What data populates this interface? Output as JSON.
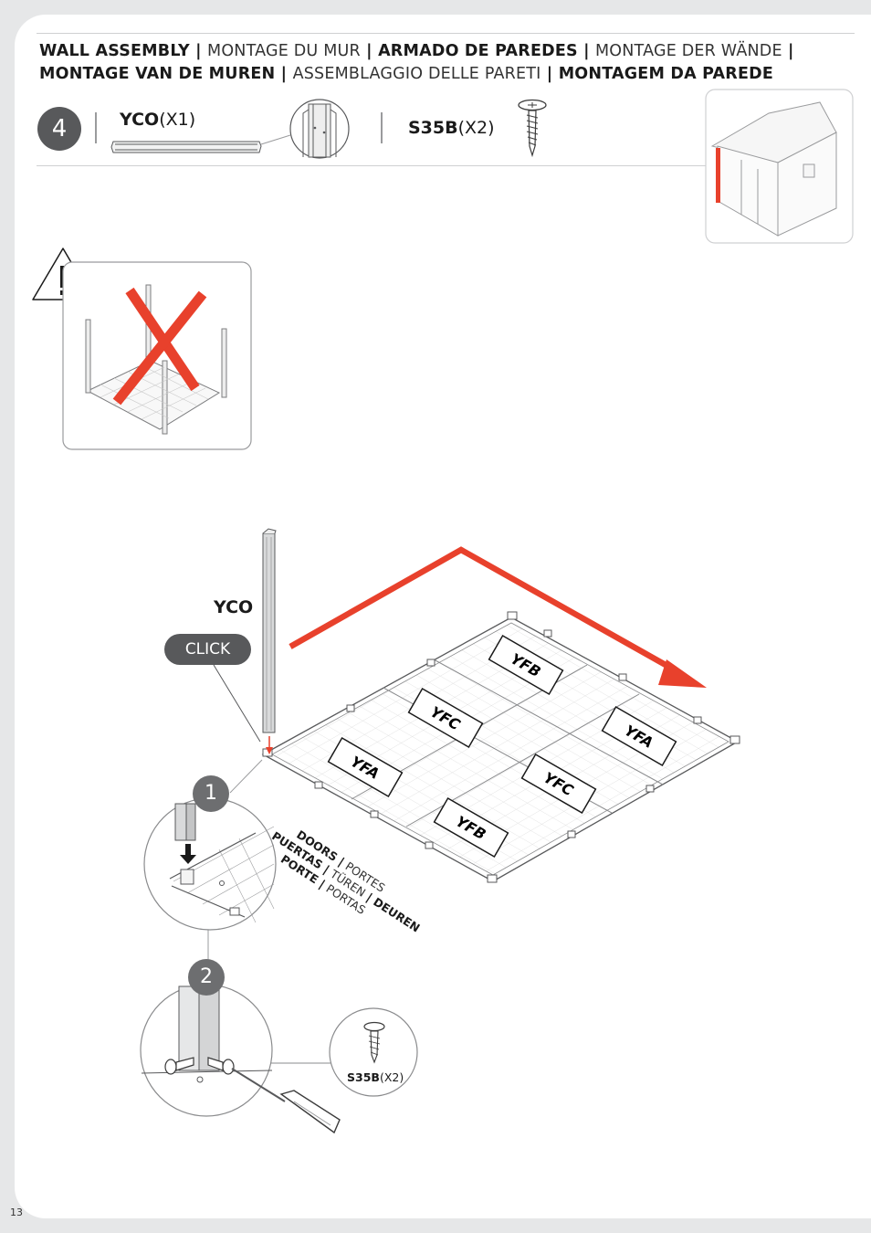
{
  "title": {
    "line1": [
      {
        "text": "WALL ASSEMBLY",
        "bold": true
      },
      {
        "text": " | ",
        "bold": true
      },
      {
        "text": "MONTAGE DU MUR",
        "bold": false
      },
      {
        "text": " | ",
        "bold": true
      },
      {
        "text": "ARMADO DE PAREDES",
        "bold": true
      },
      {
        "text": " | ",
        "bold": true
      },
      {
        "text": "MONTAGE DER WÄNDE",
        "bold": false
      },
      {
        "text": " |",
        "bold": true
      }
    ],
    "line2": [
      {
        "text": "MONTAGE VAN DE MUREN",
        "bold": true
      },
      {
        "text": " | ",
        "bold": true
      },
      {
        "text": "ASSEMBLAGGIO DELLE PARETI",
        "bold": false
      },
      {
        "text": " | ",
        "bold": true
      },
      {
        "text": "MONTAGEM DA PAREDE",
        "bold": true
      }
    ]
  },
  "step": {
    "number": "4"
  },
  "parts": [
    {
      "code": "YCO",
      "qty": "(X1)"
    },
    {
      "code": "S35B",
      "qty": "(X2)"
    }
  ],
  "main": {
    "part_label": "YCO",
    "click_label": "CLICK",
    "panels": [
      "YFB",
      "YFC",
      "YFA",
      "YFA",
      "YFC",
      "YFB"
    ],
    "doors_text": [
      [
        {
          "text": "DOORS",
          "bold": true
        },
        {
          "text": " | ",
          "bold": true
        },
        {
          "text": "PORTES",
          "bold": false
        }
      ],
      [
        {
          "text": "PUERTAS",
          "bold": true
        },
        {
          "text": " | ",
          "bold": true
        },
        {
          "text": "TÜREN",
          "bold": false
        },
        {
          "text": " | ",
          "bold": true
        },
        {
          "text": "DEUREN",
          "bold": true
        }
      ],
      [
        {
          "text": "PORTE",
          "bold": true
        },
        {
          "text": " | ",
          "bold": true
        },
        {
          "text": "PORTAS",
          "bold": false
        }
      ]
    ]
  },
  "detail_steps": [
    "1",
    "2"
  ],
  "screw_detail": {
    "code": "S35B",
    "qty": "(X2)"
  },
  "page_number": "13",
  "colors": {
    "accent_red": "#e8412c",
    "badge_grey": "#6d6e70",
    "step_grey": "#58595b"
  }
}
